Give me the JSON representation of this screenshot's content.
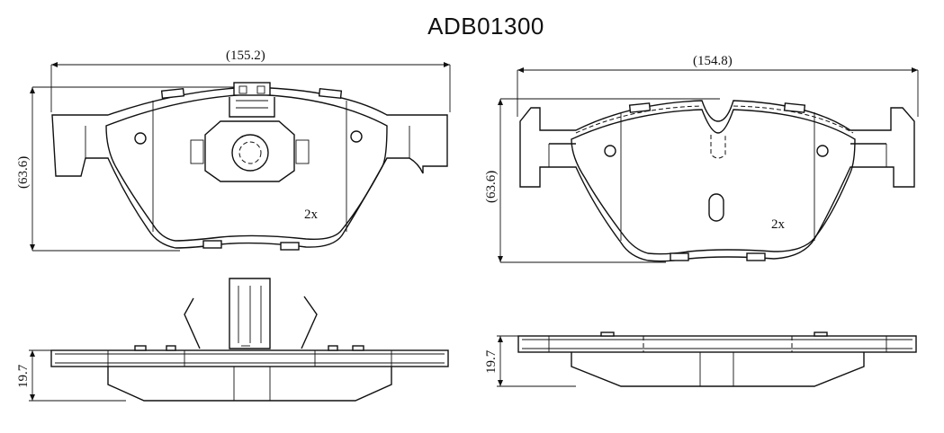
{
  "title": "ADB01300",
  "pad_left": {
    "width_label": "(155.2)",
    "height_label": "(63.6)",
    "quantity_label": "2x",
    "thickness_label": "19.7"
  },
  "pad_right": {
    "width_label": "(154.8)",
    "height_label": "(63.6)",
    "quantity_label": "2x",
    "thickness_label": "19.7"
  }
}
